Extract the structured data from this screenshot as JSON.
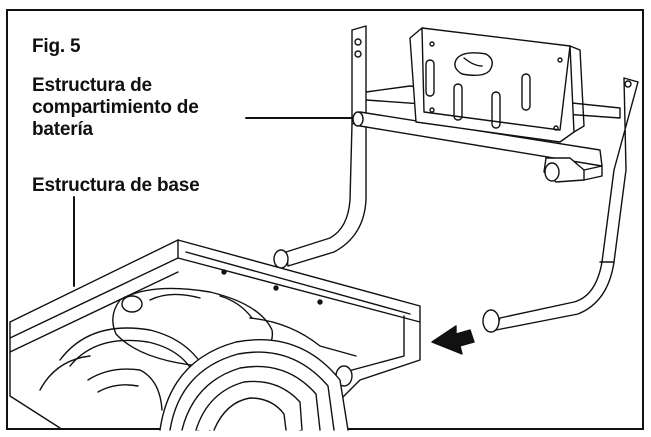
{
  "figure": {
    "title": "Fig. 5",
    "labels": {
      "battery_structure": [
        "Estructura de",
        "compartimiento de",
        "batería"
      ],
      "base_structure": "Estructura de base"
    }
  },
  "colors": {
    "line": "#111111",
    "background": "#ffffff",
    "shade": "#e6e6e6"
  }
}
